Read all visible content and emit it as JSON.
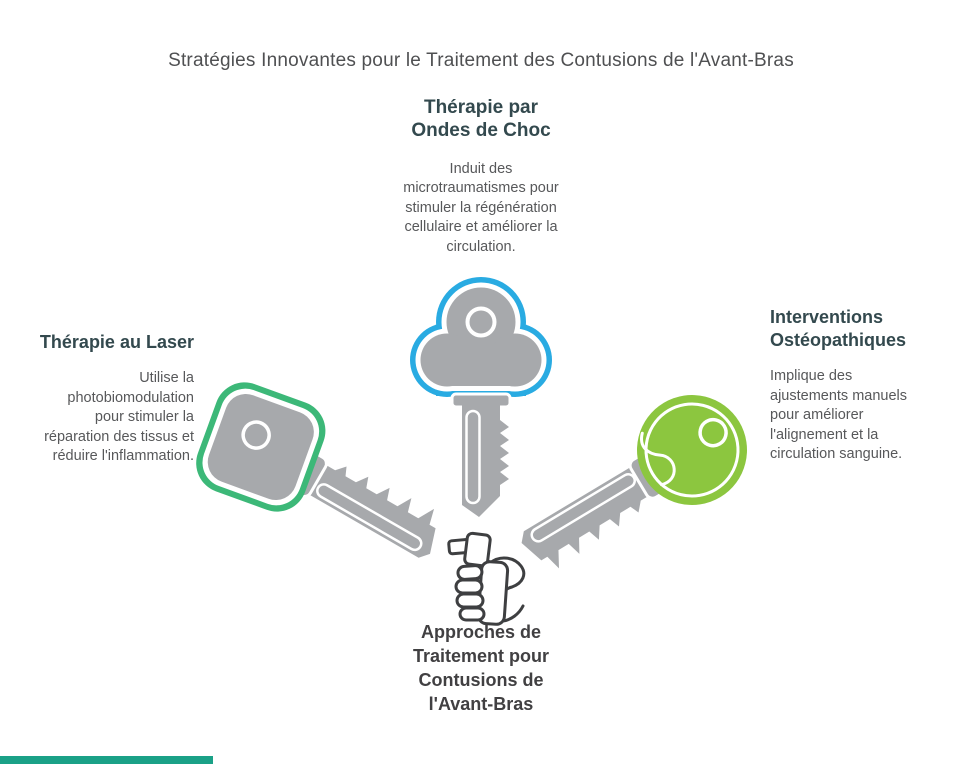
{
  "title": "Stratégies Innovantes pour le Traitement des Contusions de l'Avant-Bras",
  "sections": {
    "shockwave": {
      "heading": "Thérapie par\nOndes de Choc",
      "description": "Induit des\nmicrotraumatismes pour\nstimuler la régénération\ncellulaire et améliorer la\ncirculation."
    },
    "laser": {
      "heading": "Thérapie au Laser",
      "description": "Utilise la\nphotobiomodulation\npour stimuler la\nréparation des tissus et\nréduire l'inflammation."
    },
    "osteopathy": {
      "heading": "Interventions\nOstéopathiques",
      "description": "Implique des\najustements manuels\npour améliorer\nl'alignement et la\ncirculation sanguine."
    },
    "center": {
      "heading": "Approches de\nTraitement pour\nContusions de\nl'Avant-Bras"
    }
  },
  "icons": {
    "shockwave_key": "blue-outlined-key-pointing-down",
    "laser_key": "green-outlined-key-diagonal-left",
    "osteopathy_key": "lime-filled-key-diagonal-right",
    "hand": "hand-holding-key-line-art"
  },
  "colors": {
    "accent_blue": "#29ABE2",
    "accent_green": "#3CB878",
    "accent_lime": "#8CC63F",
    "key_gray": "#A7A9AC",
    "section_heading": "#33494E",
    "center_heading": "#414042",
    "body_text": "#57585A",
    "title_text": "#4F5052",
    "progress_bar": "#1AA187"
  }
}
